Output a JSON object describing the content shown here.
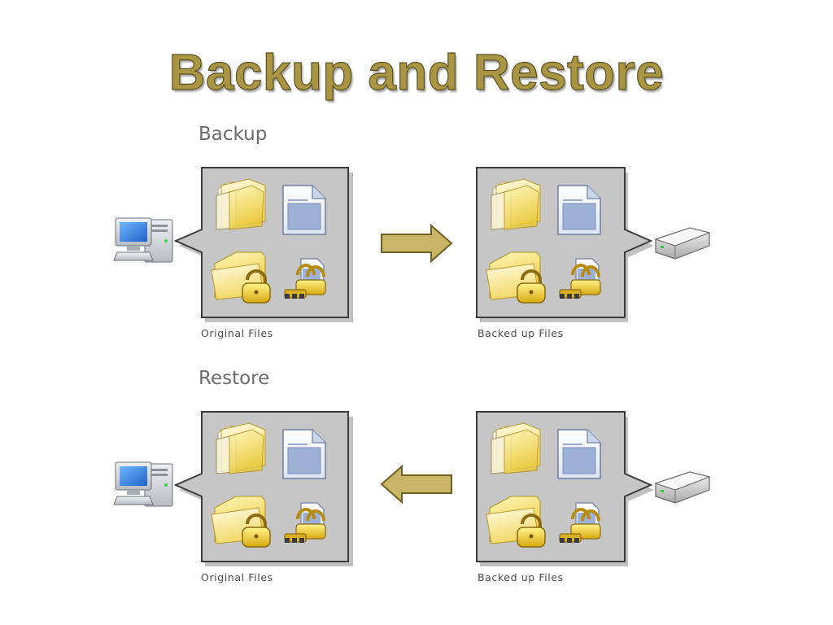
{
  "title": "Backup and Restore",
  "sections": [
    {
      "heading": "Backup",
      "source_caption": "Original Files",
      "target_caption": "Backed up Files",
      "arrow_direction": "right"
    },
    {
      "heading": "Restore",
      "source_caption": "Original Files",
      "target_caption": "Backed up Files",
      "arrow_direction": "left"
    }
  ],
  "panel_icons": [
    "folder-icon",
    "document-icon",
    "locked-folder-icon",
    "encrypted-file-icon"
  ],
  "colors": {
    "title": "#a99644",
    "title_outline": "#5d5020",
    "arrow_fill": "#c8b568",
    "arrow_stroke": "#6f5f22",
    "panel_fill": "#c6c6c6",
    "panel_border": "#3c3c3c"
  }
}
